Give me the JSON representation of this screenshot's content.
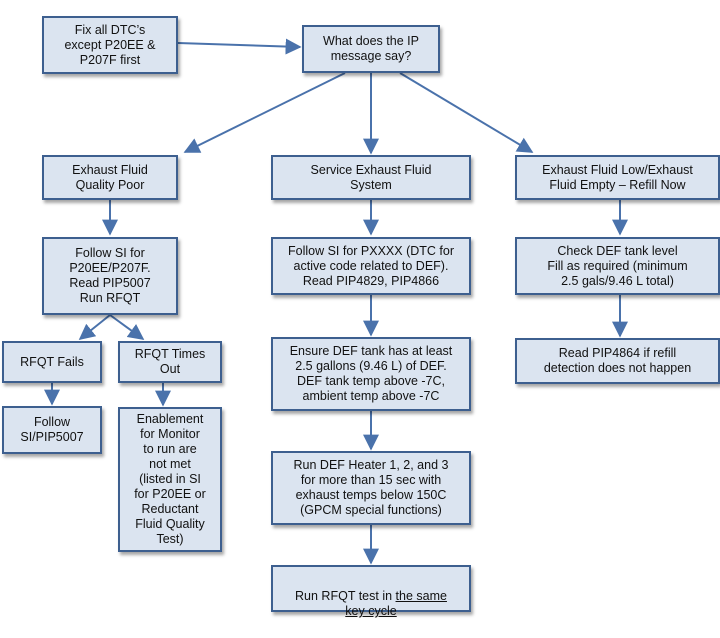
{
  "nodes": {
    "fix_dtcs": "Fix all DTC’s\nexcept P20EE &\nP207F first",
    "ip_message": "What does the IP\nmessage say?",
    "quality_poor": "Exhaust Fluid\nQuality Poor",
    "service_system": "Service Exhaust Fluid\nSystem",
    "fluid_low": "Exhaust Fluid Low/Exhaust\nFluid Empty – Refill Now",
    "follow_si_p20ee": "Follow SI for\nP20EE/P207F.\nRead PIP5007\nRun RFQT",
    "follow_si_pxxxx": "Follow SI for PXXXX (DTC for\nactive code related to DEF).\nRead PIP4829, PIP4866",
    "check_def_level": "Check DEF tank level\nFill as required (minimum\n2.5 gals/9.46 L total)",
    "rfqt_fails": "RFQT Fails",
    "rfqt_times_out": "RFQT Times\nOut",
    "ensure_def": "Ensure DEF tank has at least\n2.5 gallons (9.46 L) of DEF.\nDEF tank temp above -7C,\nambient temp above -7C",
    "read_pip4864": "Read PIP4864  if refill\ndetection does not happen",
    "follow_si_pip5007": "Follow\nSI/PIP5007",
    "enablement": "Enablement\nfor Monitor\nto run are\nnot met\n(listed in SI\nfor P20EE or\nReductant\nFluid Quality\nTest)",
    "run_heater": "Run DEF Heater 1, 2, and 3\nfor more than 15 sec with\nexhaust temps below 150C\n(GPCM special functions)",
    "run_rfqt_prefix": "Run RFQT test in ",
    "run_rfqt_underlined": "the same\nkey cycle"
  },
  "colors": {
    "box_fill": "#dbe4f0",
    "box_border": "#3d5f8f",
    "arrow": "#4a72ab"
  }
}
